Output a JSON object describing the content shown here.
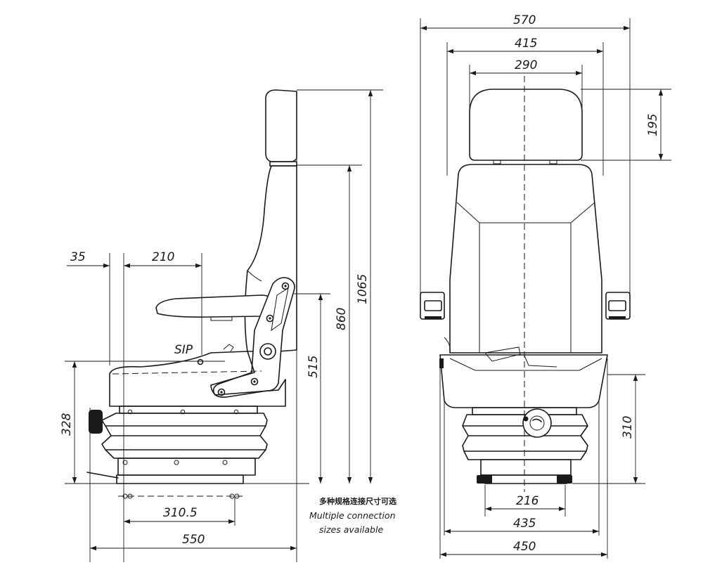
{
  "side_view": {
    "dims": {
      "d35": "35",
      "d210": "210",
      "d328": "328",
      "d515": "515",
      "d860": "860",
      "d1065": "1065",
      "d310_5": "310.5",
      "d550": "550"
    },
    "sip_label": "SIP"
  },
  "front_view": {
    "dims": {
      "d570": "570",
      "d415": "415",
      "d290": "290",
      "d195": "195",
      "d310": "310",
      "d216": "216",
      "d435": "435",
      "d450": "450"
    }
  },
  "note": {
    "chinese": "多种规格连接尺寸可选",
    "line1": "Multiple connection",
    "line2": "sizes available"
  }
}
